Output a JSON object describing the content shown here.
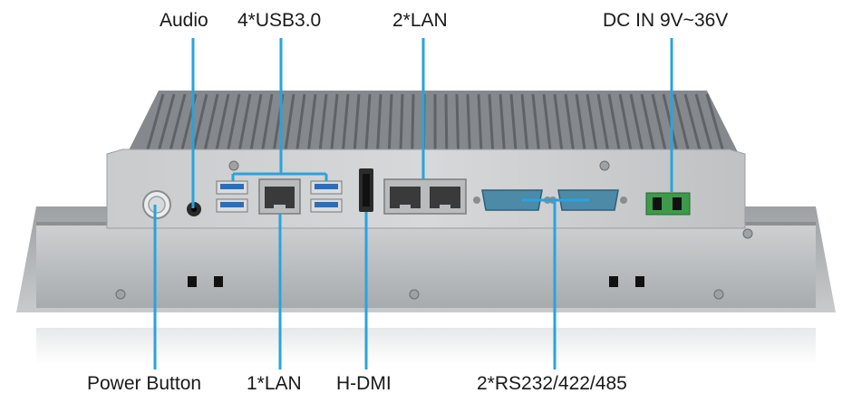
{
  "labels": {
    "audio": "Audio",
    "usb": "4*USB3.0",
    "lan_top": "2*LAN",
    "dc_in": "DC IN 9V~36V",
    "power_button": "Power Button",
    "lan_bottom": "1*LAN",
    "hdmi": "H-DMI",
    "serial": "2*RS232/422/485"
  },
  "colors": {
    "callout_line": "#2aa3dc",
    "chassis_top": "#8c8f93",
    "panel": "#b7babd",
    "io_plate": "#c4c6c8",
    "bezel": "#a9acaf",
    "serial_port": "#4c8aa8",
    "usb_port": "#2f6db5",
    "terminal_block": "#3d9a4a"
  }
}
